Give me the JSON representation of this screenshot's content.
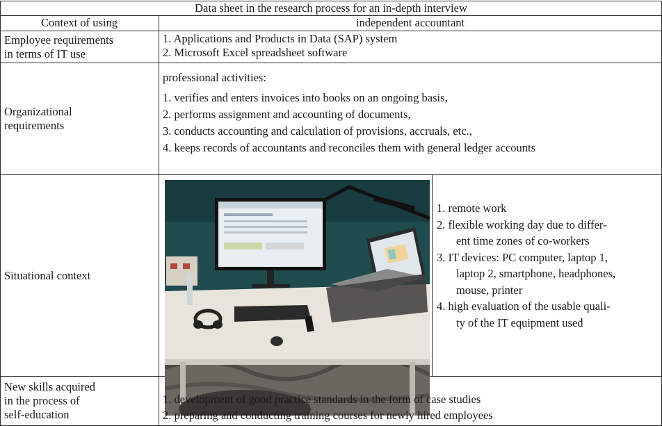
{
  "table": {
    "title": "Data sheet in the research process for an in-depth interview",
    "header": {
      "left": "Context of using",
      "right": "independent accountant"
    },
    "rows": {
      "it_use": {
        "label_lines": [
          "Employee requirements",
          "in terms of IT use"
        ],
        "items": [
          "1. Applications and Products in Data (SAP) system",
          "2. Microsoft Excel spreadsheet software"
        ]
      },
      "org": {
        "label_lines": [
          "Organizational",
          "requirements"
        ],
        "intro": "professional activities:",
        "items": [
          "1. verifies and enters invoices into books on an ongoing basis,",
          "2. performs assignment and accounting of documents,",
          "3. conducts accounting and calculation of provisions, accruals, etc.,",
          "4. keeps records of accountants and reconciles them with general ledger accounts"
        ]
      },
      "situational": {
        "label": "Situational context",
        "items": [
          [
            "1. remote work"
          ],
          [
            "2. flexible working day due to differ-",
            "ent time zones of co-workers"
          ],
          [
            "3. IT devices: PC computer, laptop 1,",
            "laptop 2, smartphone, headphones,",
            "mouse, printer"
          ],
          [
            "4. high evaluation of the usable quali-",
            "ty of the IT equipment used"
          ]
        ]
      },
      "skills": {
        "label_lines": [
          "New skills acquired",
          "in the process of",
          "self-education"
        ],
        "items": [
          "1. development of good practice standards in the form of case studies",
          "2. preparing and conducting training courses for newly hired employees"
        ]
      }
    }
  },
  "colors": {
    "border": "#2a2a2a",
    "text": "#1a1a1a",
    "wall": "#1f4a4e",
    "desk": "#e8e4dc",
    "floor": "#6b6660"
  }
}
